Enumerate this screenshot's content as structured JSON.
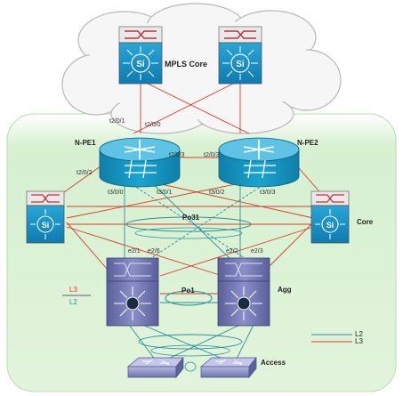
{
  "cloud": {
    "title": "MPLS Core"
  },
  "nodes": {
    "npe1": "N-PE1",
    "npe2": "N-PE2",
    "core": "Core",
    "agg": "Agg",
    "access": "Access"
  },
  "channels": {
    "po31": "Po31",
    "po1": "Po1"
  },
  "ports": {
    "npe1_up": "t2/0/1",
    "npe1_up2": "t2/0/0",
    "npe1_left": "t2/0/2",
    "npe1_right": "t2/0/3",
    "npe2_left": "t2/0/3",
    "npe1_down_a": "t3/0/0",
    "npe1_down_b": "t3/0/1",
    "npe2_down_a": "t3/0/2",
    "npe2_down_b": "t3/0/3",
    "agg1_a": "e2/1",
    "agg1_b": "e2/6",
    "agg2_a": "e2/2",
    "agg2_b": "e2/3"
  },
  "legend_left": {
    "l3": "L3",
    "l2": "L2"
  },
  "legend_right": {
    "l2": "L2",
    "l3": "L3"
  },
  "colors": {
    "l3": "#d93a2b",
    "l2": "#2a8f9a",
    "device": "#1c9cc6",
    "panel": "#dff2d9"
  }
}
